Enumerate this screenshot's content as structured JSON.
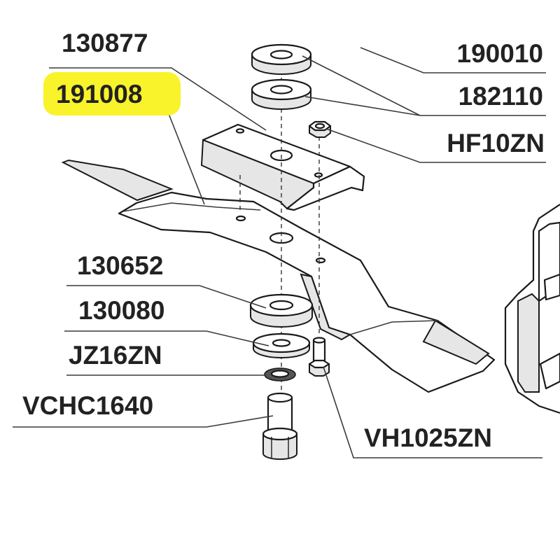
{
  "diagram": {
    "highlight_color": "#f8f32b",
    "ink_color": "#222222",
    "labels": [
      {
        "id": "top-cut",
        "text": "130877"
      },
      {
        "id": "191008",
        "text": "191008",
        "highlighted": true
      },
      {
        "id": "190010",
        "text": "190010"
      },
      {
        "id": "182110",
        "text": "182110"
      },
      {
        "id": "HF10ZN",
        "text": "HF10ZN"
      },
      {
        "id": "130652",
        "text": "130652"
      },
      {
        "id": "130080",
        "text": "130080"
      },
      {
        "id": "JZ16ZN",
        "text": "JZ16ZN"
      },
      {
        "id": "VCHC1640",
        "text": "VCHC1640"
      },
      {
        "id": "VH1025ZN",
        "text": "VH1025ZN"
      }
    ]
  }
}
